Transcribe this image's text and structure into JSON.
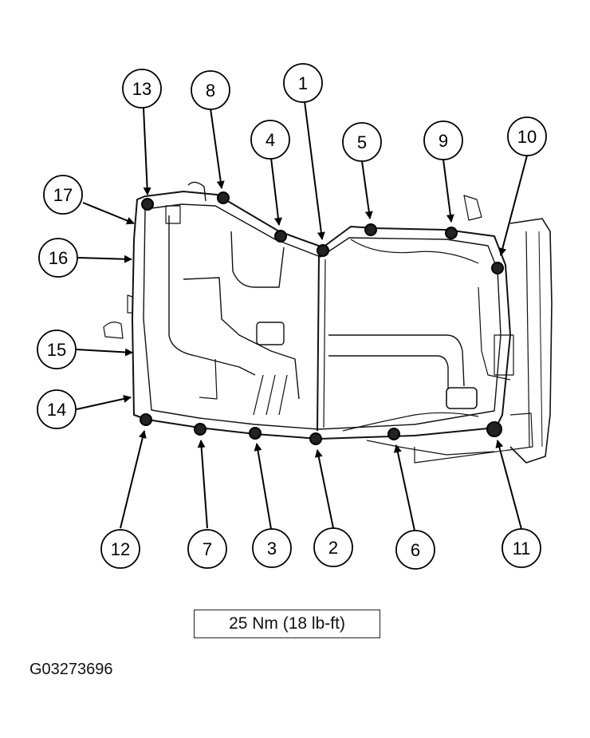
{
  "callouts": [
    {
      "number": "13"
    },
    {
      "number": "8"
    },
    {
      "number": "1"
    },
    {
      "number": "4"
    },
    {
      "number": "5"
    },
    {
      "number": "9"
    },
    {
      "number": "10"
    },
    {
      "number": "17"
    },
    {
      "number": "16"
    },
    {
      "number": "15"
    },
    {
      "number": "14"
    },
    {
      "number": "12"
    },
    {
      "number": "7"
    },
    {
      "number": "3"
    },
    {
      "number": "2"
    },
    {
      "number": "6"
    },
    {
      "number": "11"
    }
  ],
  "torque_spec": "25 Nm (18 lb-ft)",
  "figure_id": "G03273696"
}
